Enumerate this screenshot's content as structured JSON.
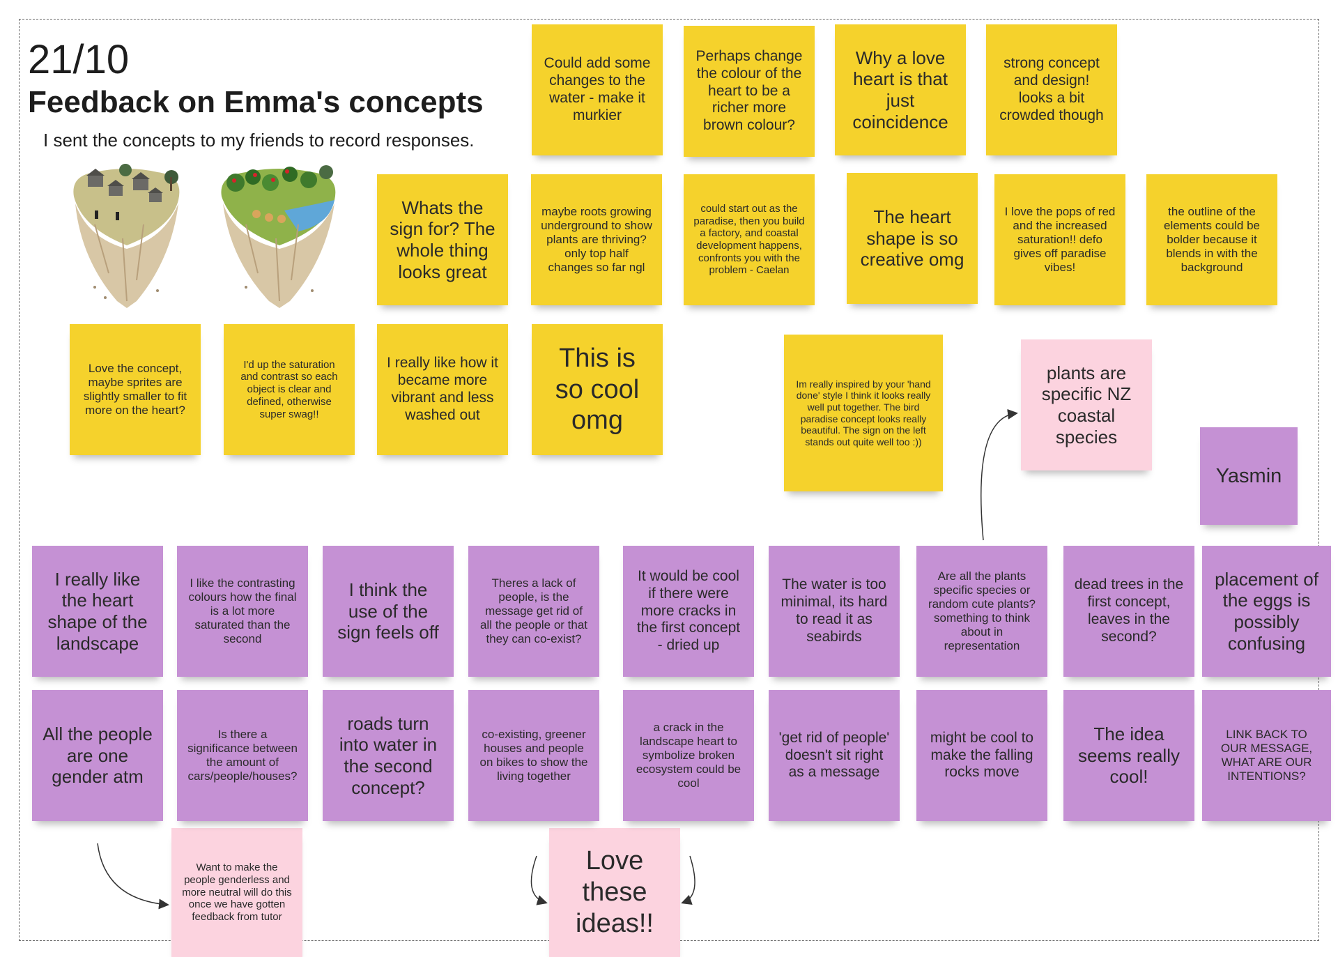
{
  "header": {
    "date": "21/10",
    "title": "Feedback on Emma's concepts",
    "subtitle": "I sent the concepts to my friends to record responses."
  },
  "concept_images": [
    {
      "name": "concept-1-island",
      "description_icon": "island-with-houses-icon"
    },
    {
      "name": "concept-2-island",
      "description_icon": "island-with-plants-icon"
    }
  ],
  "yellow_notes": [
    {
      "text": "Could add some changes to the water - make it murkier"
    },
    {
      "text": "Perhaps change the colour of the heart to be a richer more brown colour?"
    },
    {
      "text": "Why a love heart is that just coincidence"
    },
    {
      "text": "strong concept and design! looks a bit crowded though"
    },
    {
      "text": "Whats the sign for? The whole thing looks great"
    },
    {
      "text": "maybe roots growing underground to show plants are thriving? only top half changes so far ngl"
    },
    {
      "text": "could start out as the paradise, then you build a factory, and coastal development happens, confronts you with the problem - Caelan"
    },
    {
      "text": "The heart shape is so creative omg"
    },
    {
      "text": "I love the pops of red and the increased saturation!! defo gives off paradise vibes!"
    },
    {
      "text": "the outline of the elements could be bolder because it blends in with the background"
    },
    {
      "text": "Love the concept, maybe sprites are slightly smaller to fit more on the heart?"
    },
    {
      "text": "I'd up the saturation and contrast so each object is clear and defined, otherwise super swag!!"
    },
    {
      "text": "I really like how it became more vibrant and less washed out"
    },
    {
      "text": "This is so cool omg"
    },
    {
      "text": "Im really inspired by your 'hand done' style I think it looks really well put together. The bird paradise concept looks really beautiful. The sign on the left stands out quite well too :))"
    }
  ],
  "purple_notes": [
    {
      "text": "Yasmin"
    },
    {
      "text": "I really like the heart shape of the landscape"
    },
    {
      "text": "I like the contrasting colours how the final is a lot more saturated than the second"
    },
    {
      "text": "I think the use of the sign feels off"
    },
    {
      "text": "Theres a lack of people, is the message get rid of all the people or that they can co-exist?"
    },
    {
      "text": "It would be cool if there were more cracks in the first concept - dried up"
    },
    {
      "text": "The water is too minimal, its hard to read it as seabirds"
    },
    {
      "text": "Are all the plants specific species or random cute plants? something to think about in representation"
    },
    {
      "text": "dead trees in the first concept, leaves in the second?"
    },
    {
      "text": "placement of the eggs is possibly confusing"
    },
    {
      "text": "All the people are one gender atm"
    },
    {
      "text": "Is there a significance between the amount of cars/people/houses?"
    },
    {
      "text": "roads turn into water in the second concept?"
    },
    {
      "text": "co-existing, greener houses and people on bikes to show the living together"
    },
    {
      "text": "a crack in the landscape heart to symbolize broken ecosystem could be cool"
    },
    {
      "text": "'get rid of people' doesn't sit right as a message"
    },
    {
      "text": "might be cool to make the falling rocks move"
    },
    {
      "text": "The idea seems really cool!"
    },
    {
      "text": "LINK BACK TO OUR MESSAGE, WHAT ARE OUR INTENTIONS?"
    }
  ],
  "pink_notes": [
    {
      "text": "plants are specific NZ coastal species"
    },
    {
      "text": "Want to make the people genderless and more neutral will do this once we have gotten feedback from tutor"
    },
    {
      "text": "Love these ideas!!"
    }
  ],
  "colors": {
    "yellow_note": "#f5d22c",
    "purple_note": "#c591d4",
    "pink_note": "#fcd3df",
    "board_border": "#6a6a6a"
  }
}
